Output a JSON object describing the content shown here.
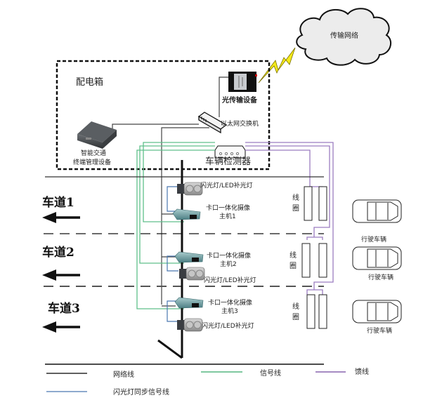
{
  "diagram": {
    "cloud_label": "传输网络",
    "cabinet_label": "配电箱",
    "optical_device_label": "光传输设备",
    "switch_label": "以太网交换机",
    "terminal_label_line1": "智能交通",
    "terminal_label_line2": "终端管理设备",
    "detector_label": "车辆检测器",
    "lanes": [
      {
        "label": "车道1"
      },
      {
        "label": "车道2"
      },
      {
        "label": "车道3"
      }
    ],
    "cameras": [
      {
        "flash_label": "闪光灯/LED补光灯",
        "camera_line1": "卡口一体化摄像",
        "camera_line2": "主机1"
      },
      {
        "flash_label": "闪光灯/LED补光灯",
        "camera_line1": "卡口一体化摄像",
        "camera_line2": "主机2"
      },
      {
        "flash_label": "闪光灯/LED补光灯",
        "camera_line1": "卡口一体化摄像",
        "camera_line2": "主机3"
      }
    ],
    "coil_label_line1": "线",
    "coil_label_line2": "圈",
    "vehicles": [
      {
        "label": "行驶车辆"
      },
      {
        "label": "行驶车辆"
      },
      {
        "label": "行驶车辆"
      }
    ]
  },
  "legend": {
    "items": [
      {
        "label": "网络线",
        "color": "#000000"
      },
      {
        "label": "信号线",
        "color": "#7fc8a0"
      },
      {
        "label": "馈线",
        "color": "#a68bc2"
      },
      {
        "label": "闪光灯同步信号线",
        "color": "#4a78b0"
      }
    ]
  },
  "colors": {
    "network": "#222222",
    "signal": "#5fbf8a",
    "feeder": "#9b7cc0",
    "flash_sync": "#4a78b0",
    "lightning": "#f5ea1a"
  }
}
